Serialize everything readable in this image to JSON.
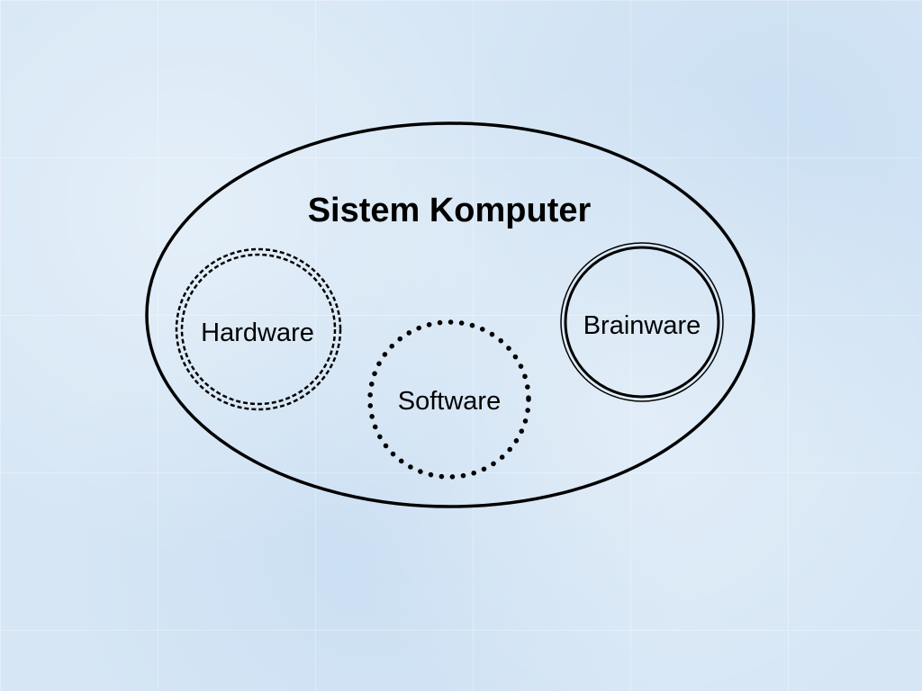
{
  "diagram": {
    "title": "Sistem Komputer",
    "nodes": {
      "hardware": {
        "label": "Hardware"
      },
      "software": {
        "label": "Software"
      },
      "brainware": {
        "label": "Brainware"
      }
    }
  },
  "colors": {
    "background": "#d6e6f5",
    "stroke": "#000000"
  }
}
